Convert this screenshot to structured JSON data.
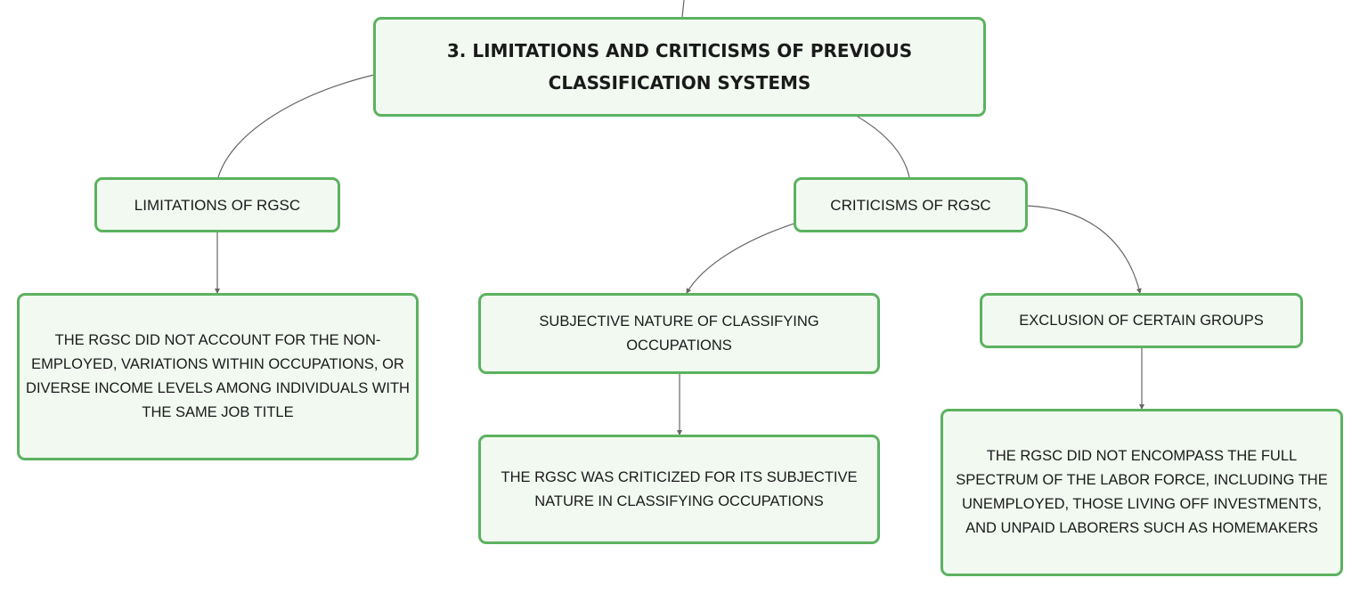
{
  "diagram": {
    "colors": {
      "node_fill": "#f1f9f1",
      "node_border": "#5cb25f",
      "connector": "#666666",
      "text": "#1a1a1a"
    },
    "root": {
      "title": "3. LIMITATIONS AND CRITICISMS OF PREVIOUS CLASSIFICATION SYSTEMS"
    },
    "limitations": {
      "label": "LIMITATIONS OF RGSC",
      "detail": "THE RGSC DID NOT ACCOUNT FOR THE NON-EMPLOYED, VARIATIONS WITHIN OCCUPATIONS, OR DIVERSE INCOME LEVELS AMONG INDIVIDUALS WITH THE SAME JOB TITLE"
    },
    "criticisms": {
      "label": "CRITICISMS OF RGSC",
      "subjective": {
        "label": "SUBJECTIVE NATURE OF CLASSIFYING OCCUPATIONS",
        "detail": "THE RGSC WAS CRITICIZED FOR ITS SUBJECTIVE NATURE IN CLASSIFYING OCCUPATIONS"
      },
      "exclusion": {
        "label": "EXCLUSION OF CERTAIN GROUPS",
        "detail": "THE RGSC DID NOT ENCOMPASS THE FULL SPECTRUM OF THE LABOR FORCE, INCLUDING THE UNEMPLOYED, THOSE LIVING OFF INVESTMENTS, AND UNPAID LABORERS SUCH AS HOMEMAKERS"
      }
    }
  }
}
